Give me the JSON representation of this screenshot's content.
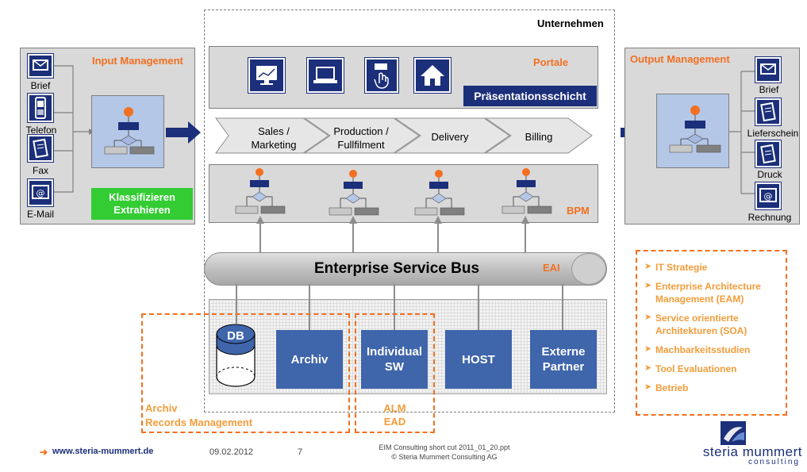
{
  "enterprise": {
    "label": "Unternehmen"
  },
  "input": {
    "title": "Input Management",
    "channels": [
      {
        "label": "Brief",
        "icon": "letter-icon"
      },
      {
        "label": "Telefon",
        "icon": "phone-icon"
      },
      {
        "label": "Fax",
        "icon": "fax-icon"
      },
      {
        "label": "E-Mail",
        "icon": "email-icon"
      }
    ],
    "action": "Klassifizieren\nExtrahieren"
  },
  "output": {
    "title": "Output Management",
    "channels": [
      {
        "label": "Brief",
        "icon": "letter-icon"
      },
      {
        "label": "Lieferschein",
        "icon": "delivery-note-icon"
      },
      {
        "label": "Druck",
        "icon": "print-icon"
      },
      {
        "label": "Rechnung",
        "icon": "invoice-icon"
      }
    ]
  },
  "portale": {
    "title": "Portale",
    "layer": "Präsentationsschicht",
    "icons": [
      "monitor-icon",
      "laptop-icon",
      "mobile-touch-icon",
      "home-icon"
    ]
  },
  "process": {
    "steps": [
      "Sales /\nMarketing",
      "Production /\nFullfilment",
      "Delivery",
      "Billing"
    ]
  },
  "bpm": {
    "label": "BPM"
  },
  "esb": {
    "label": "Enterprise Service Bus",
    "tag": "EAI"
  },
  "systems": [
    {
      "label": "DB"
    },
    {
      "label": "Archiv"
    },
    {
      "label": "Individual\nSW"
    },
    {
      "label": "HOST"
    },
    {
      "label": "Externe\nPartner"
    }
  ],
  "zones": {
    "archiv": "Archiv\nRecords Management",
    "alm": "ALM\nEAD"
  },
  "services": [
    "IT Strategie",
    "Enterprise Architecture\nManagement (EAM)",
    "Service orientierte\nArchitekturen (SOA)",
    "Machbarkeitsstudien",
    "Tool Evaluationen",
    "Betrieb"
  ],
  "footer": {
    "url": "www.steria-mummert.de",
    "date": "09.02.2012",
    "page": "7",
    "file": "EIM Consulting short cut 2011_01_20.ppt",
    "copyright": "© Steria Mummert Consulting AG",
    "logo_main": "steria mummert",
    "logo_sub": "consulting"
  },
  "colors": {
    "accent": "#f36f21",
    "navy": "#1b2f7a",
    "box_blue": "#3f65ab",
    "green": "#33cc33",
    "panel": "#d9d9d9"
  }
}
